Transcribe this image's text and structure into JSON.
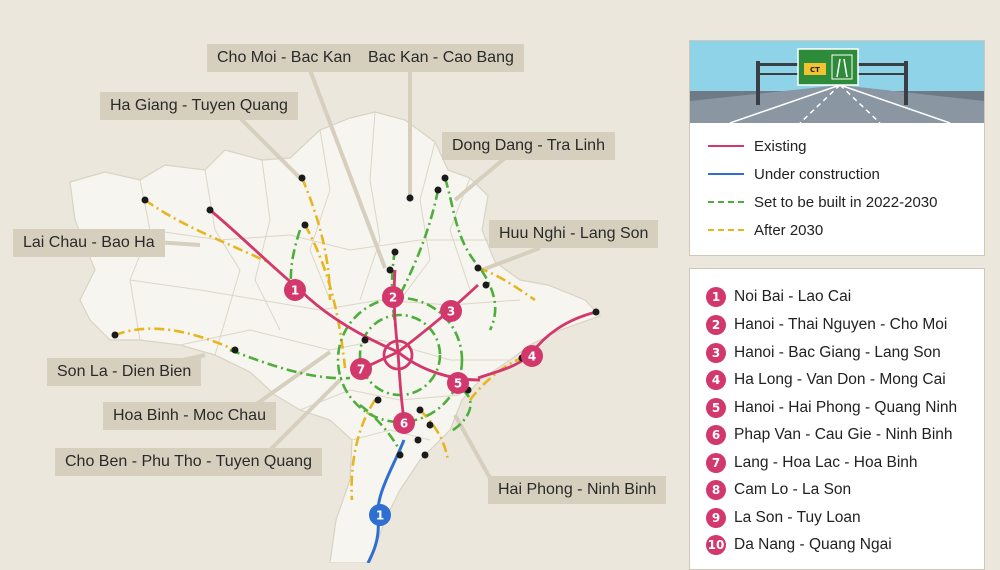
{
  "map_labels": [
    {
      "id": "cho-moi-bac-kan",
      "text": "Cho Moi - Bac Kan"
    },
    {
      "id": "bac-kan-cao-bang",
      "text": "Bac Kan - Cao Bang"
    },
    {
      "id": "ha-giang-tuyen-quang",
      "text": "Ha Giang - Tuyen Quang"
    },
    {
      "id": "dong-dang-tra-linh",
      "text": "Dong Dang - Tra Linh"
    },
    {
      "id": "huu-nghi-lang-son",
      "text": "Huu Nghi - Lang Son"
    },
    {
      "id": "lai-chau-bao-ha",
      "text": "Lai Chau - Bao Ha"
    },
    {
      "id": "son-la-dien-bien",
      "text": "Son La - Dien Bien"
    },
    {
      "id": "hoa-binh-moc-chau",
      "text": "Hoa Binh - Moc Chau"
    },
    {
      "id": "cho-ben-phu-tho-tuyen-quang",
      "text": "Cho Ben - Phu Tho - Tuyen Quang"
    },
    {
      "id": "hai-phong-ninh-binh",
      "text": "Hai Phong - Ninh Binh"
    }
  ],
  "map_badges": [
    "1",
    "2",
    "3",
    "4",
    "5",
    "6",
    "7"
  ],
  "south_badge": "1",
  "sign_text": "CT",
  "legend": [
    {
      "label": "Existing",
      "color": "#d2386c",
      "style": "solid"
    },
    {
      "label": "Under construction",
      "color": "#2f6fd1",
      "style": "solid"
    },
    {
      "label": "Set to be built in 2022-2030",
      "color": "#4caf3a",
      "style": "dashdot"
    },
    {
      "label": "After 2030",
      "color": "#e8b520",
      "style": "dashdot"
    }
  ],
  "routes": [
    {
      "num": "1",
      "name": "Noi Bai - Lao Cai"
    },
    {
      "num": "2",
      "name": "Hanoi - Thai Nguyen - Cho Moi"
    },
    {
      "num": "3",
      "name": "Hanoi - Bac Giang - Lang Son"
    },
    {
      "num": "4",
      "name": "Ha Long - Van Don - Mong Cai"
    },
    {
      "num": "5",
      "name": "Hanoi - Hai Phong - Quang Ninh"
    },
    {
      "num": "6",
      "name": "Phap Van - Cau Gie - Ninh Binh"
    },
    {
      "num": "7",
      "name": "Lang - Hoa Lac - Hoa Binh"
    },
    {
      "num": "8",
      "name": "Cam Lo - La Son"
    },
    {
      "num": "9",
      "name": "La Son - Tuy Loan"
    },
    {
      "num": "10",
      "name": "Da Nang - Quang Ngai"
    }
  ],
  "colors": {
    "existing": "#d2386c",
    "construction": "#2f6fd1",
    "planned": "#4caf3a",
    "after": "#e8b520",
    "label_bg": "#d6cfbe",
    "land": "#f7f5ef"
  }
}
